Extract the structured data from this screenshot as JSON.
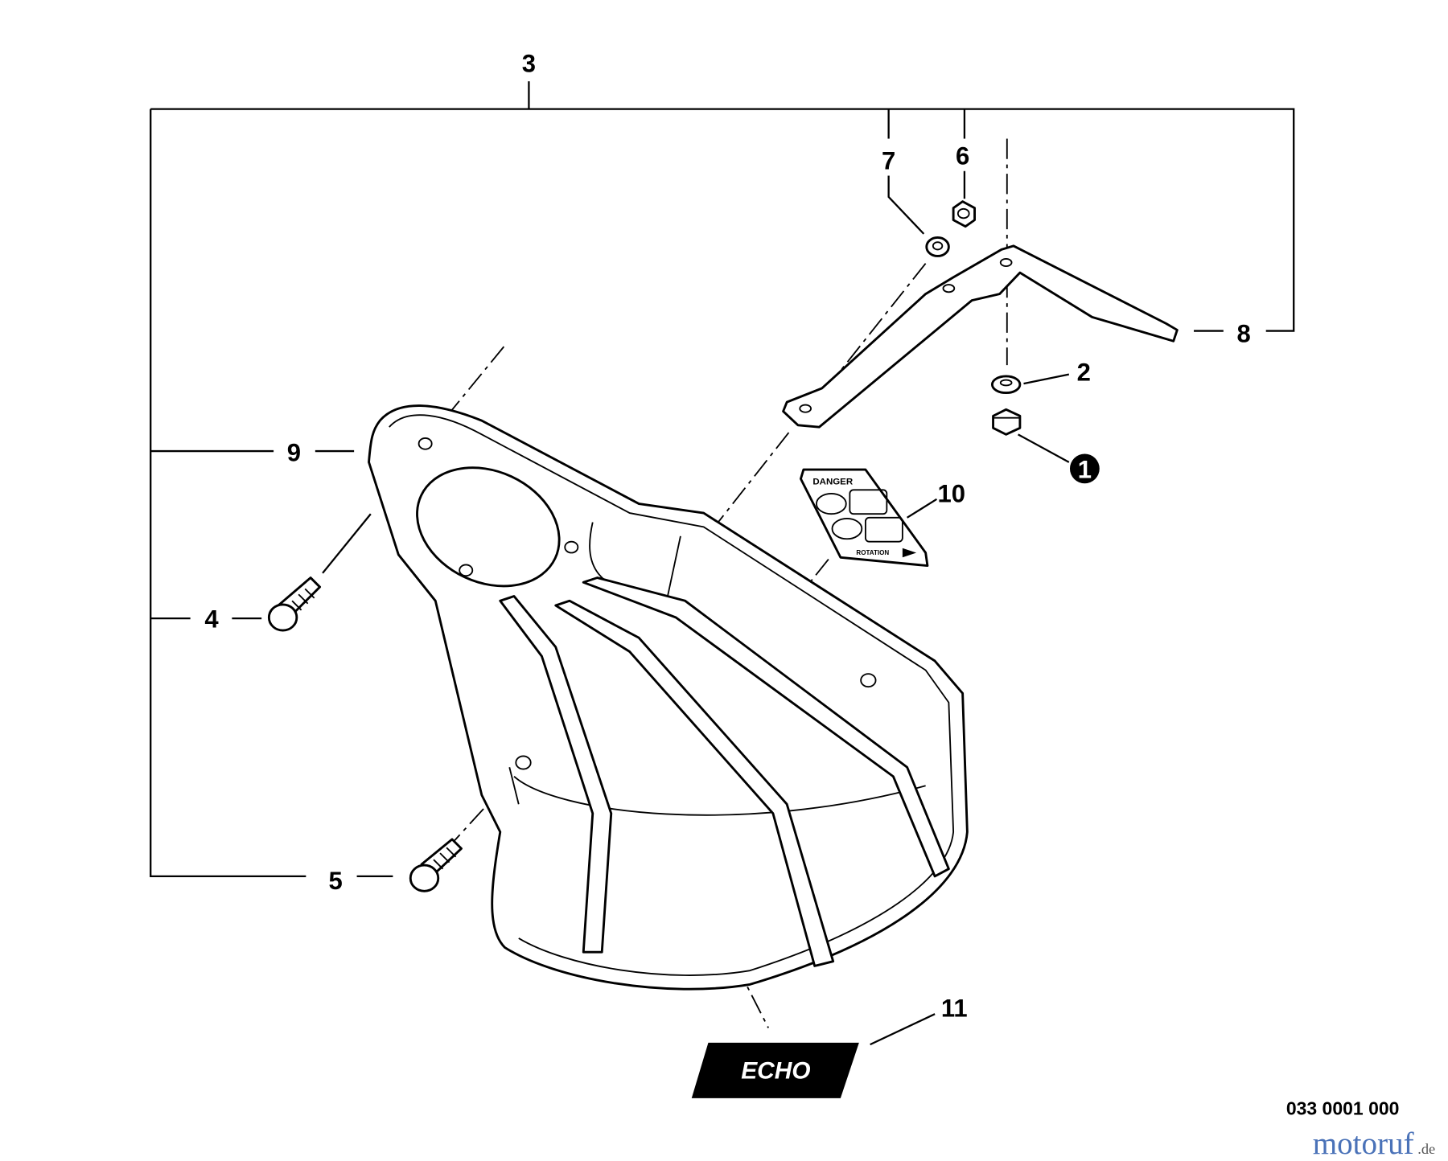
{
  "diagram": {
    "callouts": [
      {
        "id": "3",
        "label": "3"
      },
      {
        "id": "7",
        "label": "7"
      },
      {
        "id": "6",
        "label": "6"
      },
      {
        "id": "8",
        "label": "8"
      },
      {
        "id": "2",
        "label": "2"
      },
      {
        "id": "1",
        "label": "1"
      },
      {
        "id": "10",
        "label": "10"
      },
      {
        "id": "9",
        "label": "9"
      },
      {
        "id": "4",
        "label": "4"
      },
      {
        "id": "5",
        "label": "5"
      },
      {
        "id": "11",
        "label": "11"
      }
    ],
    "decal_danger": {
      "title": "DANGER",
      "arrow_text": "ROTATION"
    },
    "decal_brand": "ECHO",
    "part_code": "033 0001 000",
    "watermark": {
      "name": "motoruf",
      "suffix": ".de"
    }
  }
}
